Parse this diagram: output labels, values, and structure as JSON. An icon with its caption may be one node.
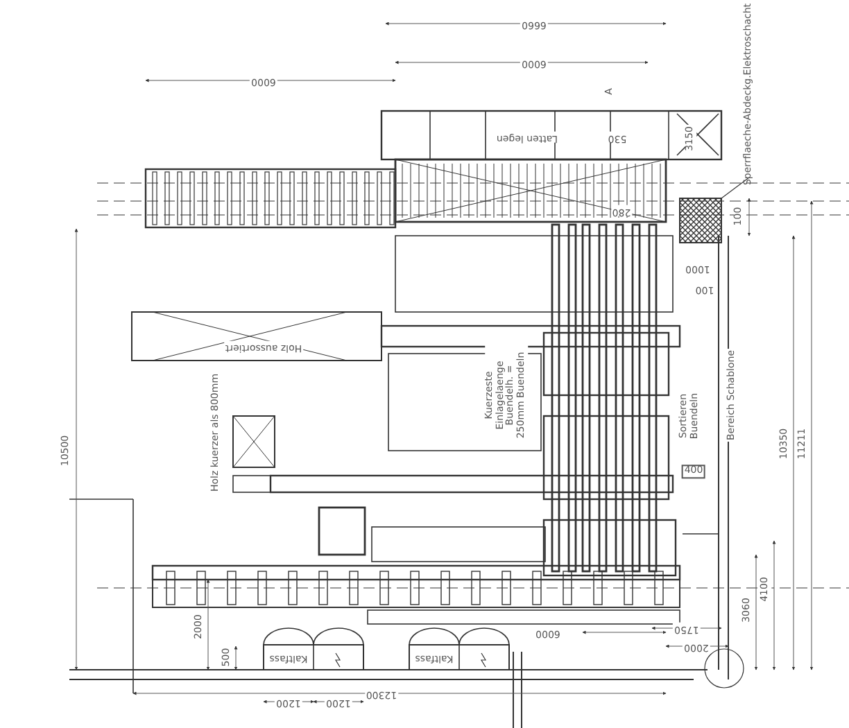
{
  "diagram": {
    "nodes": [
      {
        "text": [
          "Sperrflaeche-Abdeckg.Elektroschacht"
        ]
      },
      {
        "text": [],
        "shape": "box"
      }
    ],
    "edges": [
      {
        "from": 0,
        "to": 1,
        "arrow": "none"
      }
    ],
    "labels": [
      "6660",
      "6000",
      "6000",
      "A",
      "Latten legen",
      "530",
      "3150",
      "280",
      "100",
      "1000",
      "100",
      "Holz aussortiert",
      "Holz kuerzer als 800mm",
      "10500",
      "Kuerzeste Einlagelaenge Buendelh. = 250mm Buendeln",
      "Sortieren Buendeln",
      "400",
      "Bereich Schablone",
      "10350",
      "11211",
      "4100",
      "3060",
      "2000",
      "500",
      "Kaltfass",
      "Kaltfass",
      "6000",
      "1750",
      "2000",
      "1200",
      "1200",
      "12300"
    ]
  }
}
